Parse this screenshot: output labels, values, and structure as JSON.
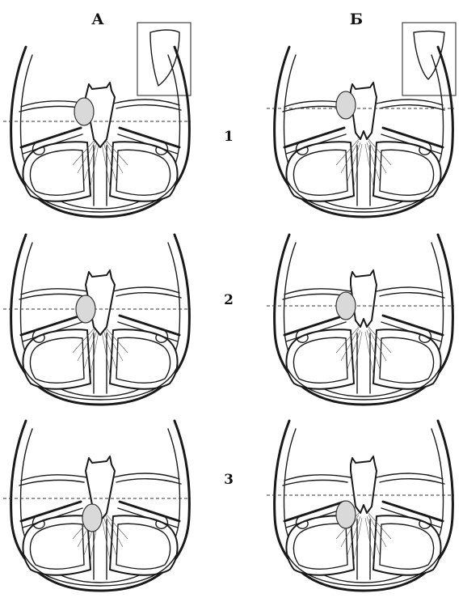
{
  "columns": [
    {
      "label": "А",
      "type": "A",
      "inset": true
    },
    {
      "label": "Б",
      "type": "B",
      "inset": true
    }
  ],
  "rows": [
    {
      "label": "1"
    },
    {
      "label": "2"
    },
    {
      "label": "3"
    }
  ],
  "icons": {
    "inset_shape": "shield-outline-icon"
  },
  "colors": {
    "ink": "#1a1a1a",
    "nucleus": "#d9d9d9",
    "background": "#ffffff"
  }
}
